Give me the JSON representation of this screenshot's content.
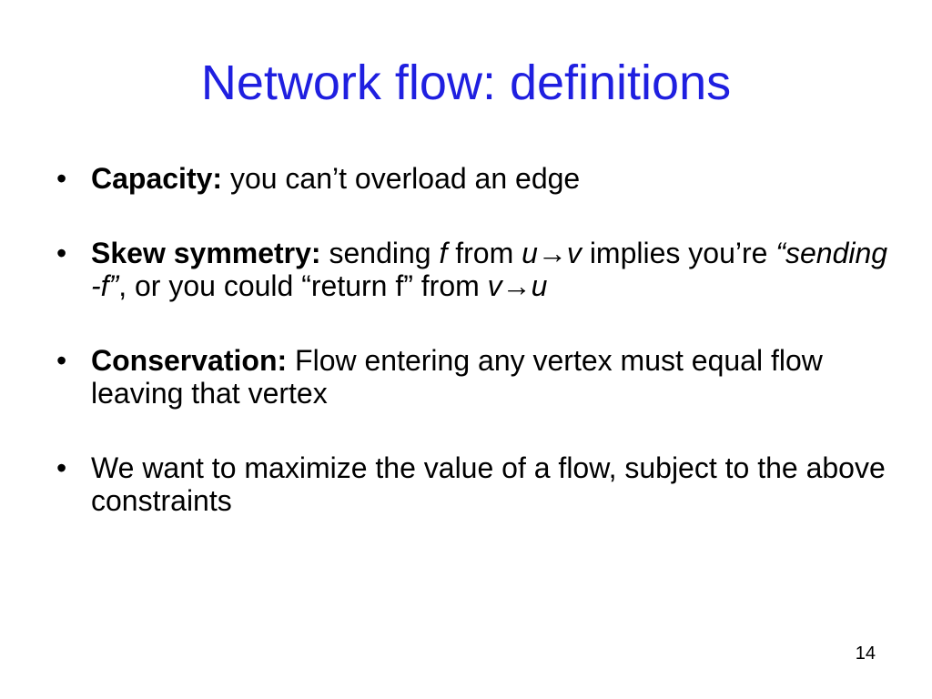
{
  "slide": {
    "title": "Network flow: definitions",
    "bullet_glyph": "•",
    "bullets": [
      {
        "term": "Capacity:",
        "text": " you can’t overload an edge"
      },
      {
        "term": "Skew symmetry:",
        "parts": [
          " sending ",
          "f",
          " from ",
          "u",
          "→",
          "v",
          " implies you’re ",
          "“sending -f”",
          ", or you could “return f” from ",
          "v",
          "→",
          "u"
        ]
      },
      {
        "term": "Conservation:",
        "text": " Flow entering any vertex must equal flow leaving that vertex"
      },
      {
        "term": "",
        "text": "We want to maximize the value of a flow, subject to the above constraints"
      }
    ],
    "page_number": "14",
    "colors": {
      "title": "#1f1fe0",
      "text": "#000000",
      "background": "#ffffff"
    }
  }
}
